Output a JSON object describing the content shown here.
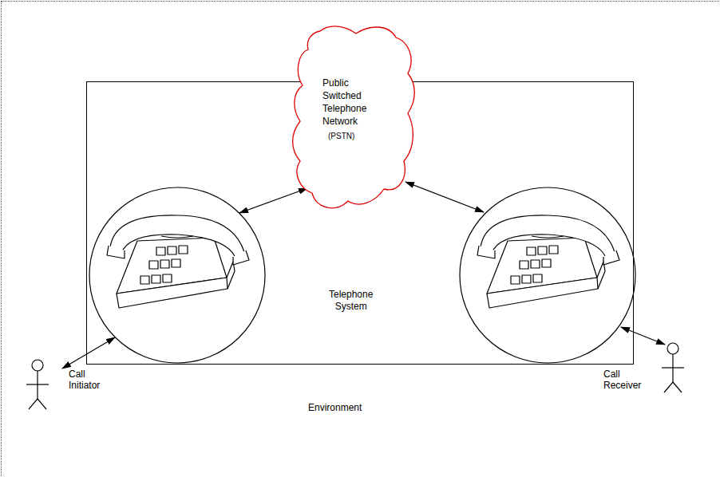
{
  "diagram": {
    "nodes": [
      {
        "text": [
          "Environment"
        ]
      },
      {
        "text": [
          "Telephone System"
        ],
        "in": 0
      },
      {
        "text": [
          "Public Switched Telephone Network",
          "(PSTN)"
        ],
        "in": 1
      },
      {
        "text": [
          "Call Initiator"
        ],
        "in": 0
      },
      {
        "text": [
          "Call Receiver"
        ],
        "in": 0
      }
    ]
  }
}
